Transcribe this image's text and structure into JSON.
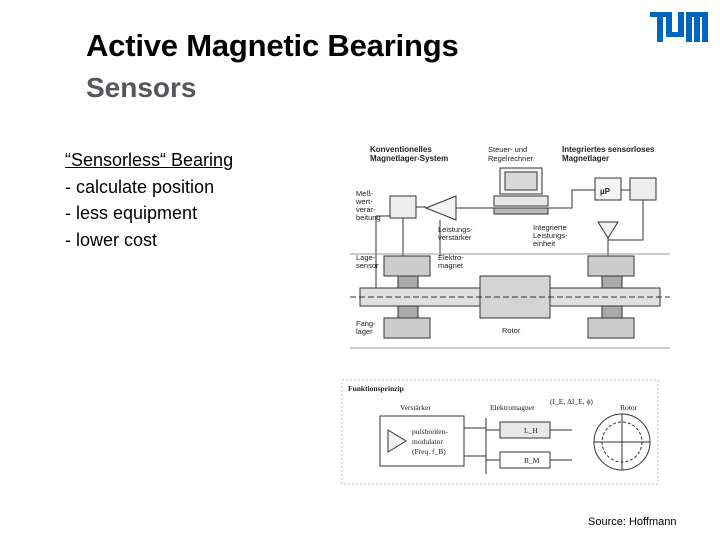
{
  "slide": {
    "title": "Active Magnetic Bearings",
    "subtitle": "Sensors",
    "source": "Source: Hoffmann"
  },
  "logo": {
    "name": "tum-logo",
    "color": "#0065bd"
  },
  "bullets": {
    "heading": "“Sensorless“ Bearing",
    "items": [
      "- calculate position",
      "- less equipment",
      "- lower cost"
    ]
  },
  "diagram_top": {
    "header_left": [
      "Konventionelles",
      "Magnetlager-System"
    ],
    "header_mid": [
      "Steuer- und",
      "Regelrechner"
    ],
    "header_right": [
      "Integriertes sensorloses",
      "Magnetlager"
    ],
    "label_mess": [
      "Meß-",
      "wert-",
      "verar-",
      "beitung"
    ],
    "label_leistung": [
      "Leistungs-",
      "verstärker"
    ],
    "label_integrierte": [
      "Integrierte",
      "Leistungs-",
      "einheit"
    ],
    "label_mu": "µP",
    "label_lage": [
      "Lage-",
      "sensor"
    ],
    "label_elektro": [
      "Elektro-",
      "magnet"
    ],
    "label_fang": [
      "Fang-",
      "lager"
    ],
    "label_rotor": "Rotor"
  },
  "diagram_bottom": {
    "header": "Funktionsprinzip",
    "label_verstaerker": "Verstärker",
    "label_elektromagnet": "Elektromagnet",
    "label_rotor": "Rotor",
    "label_modulator": [
      "pulsbreiten-",
      "modulator",
      "(Freq. f_B)"
    ],
    "label_formula": "(I_E, ΔI_E, ϕ)",
    "label_lh": "L_H",
    "label_rm": "R_M"
  }
}
